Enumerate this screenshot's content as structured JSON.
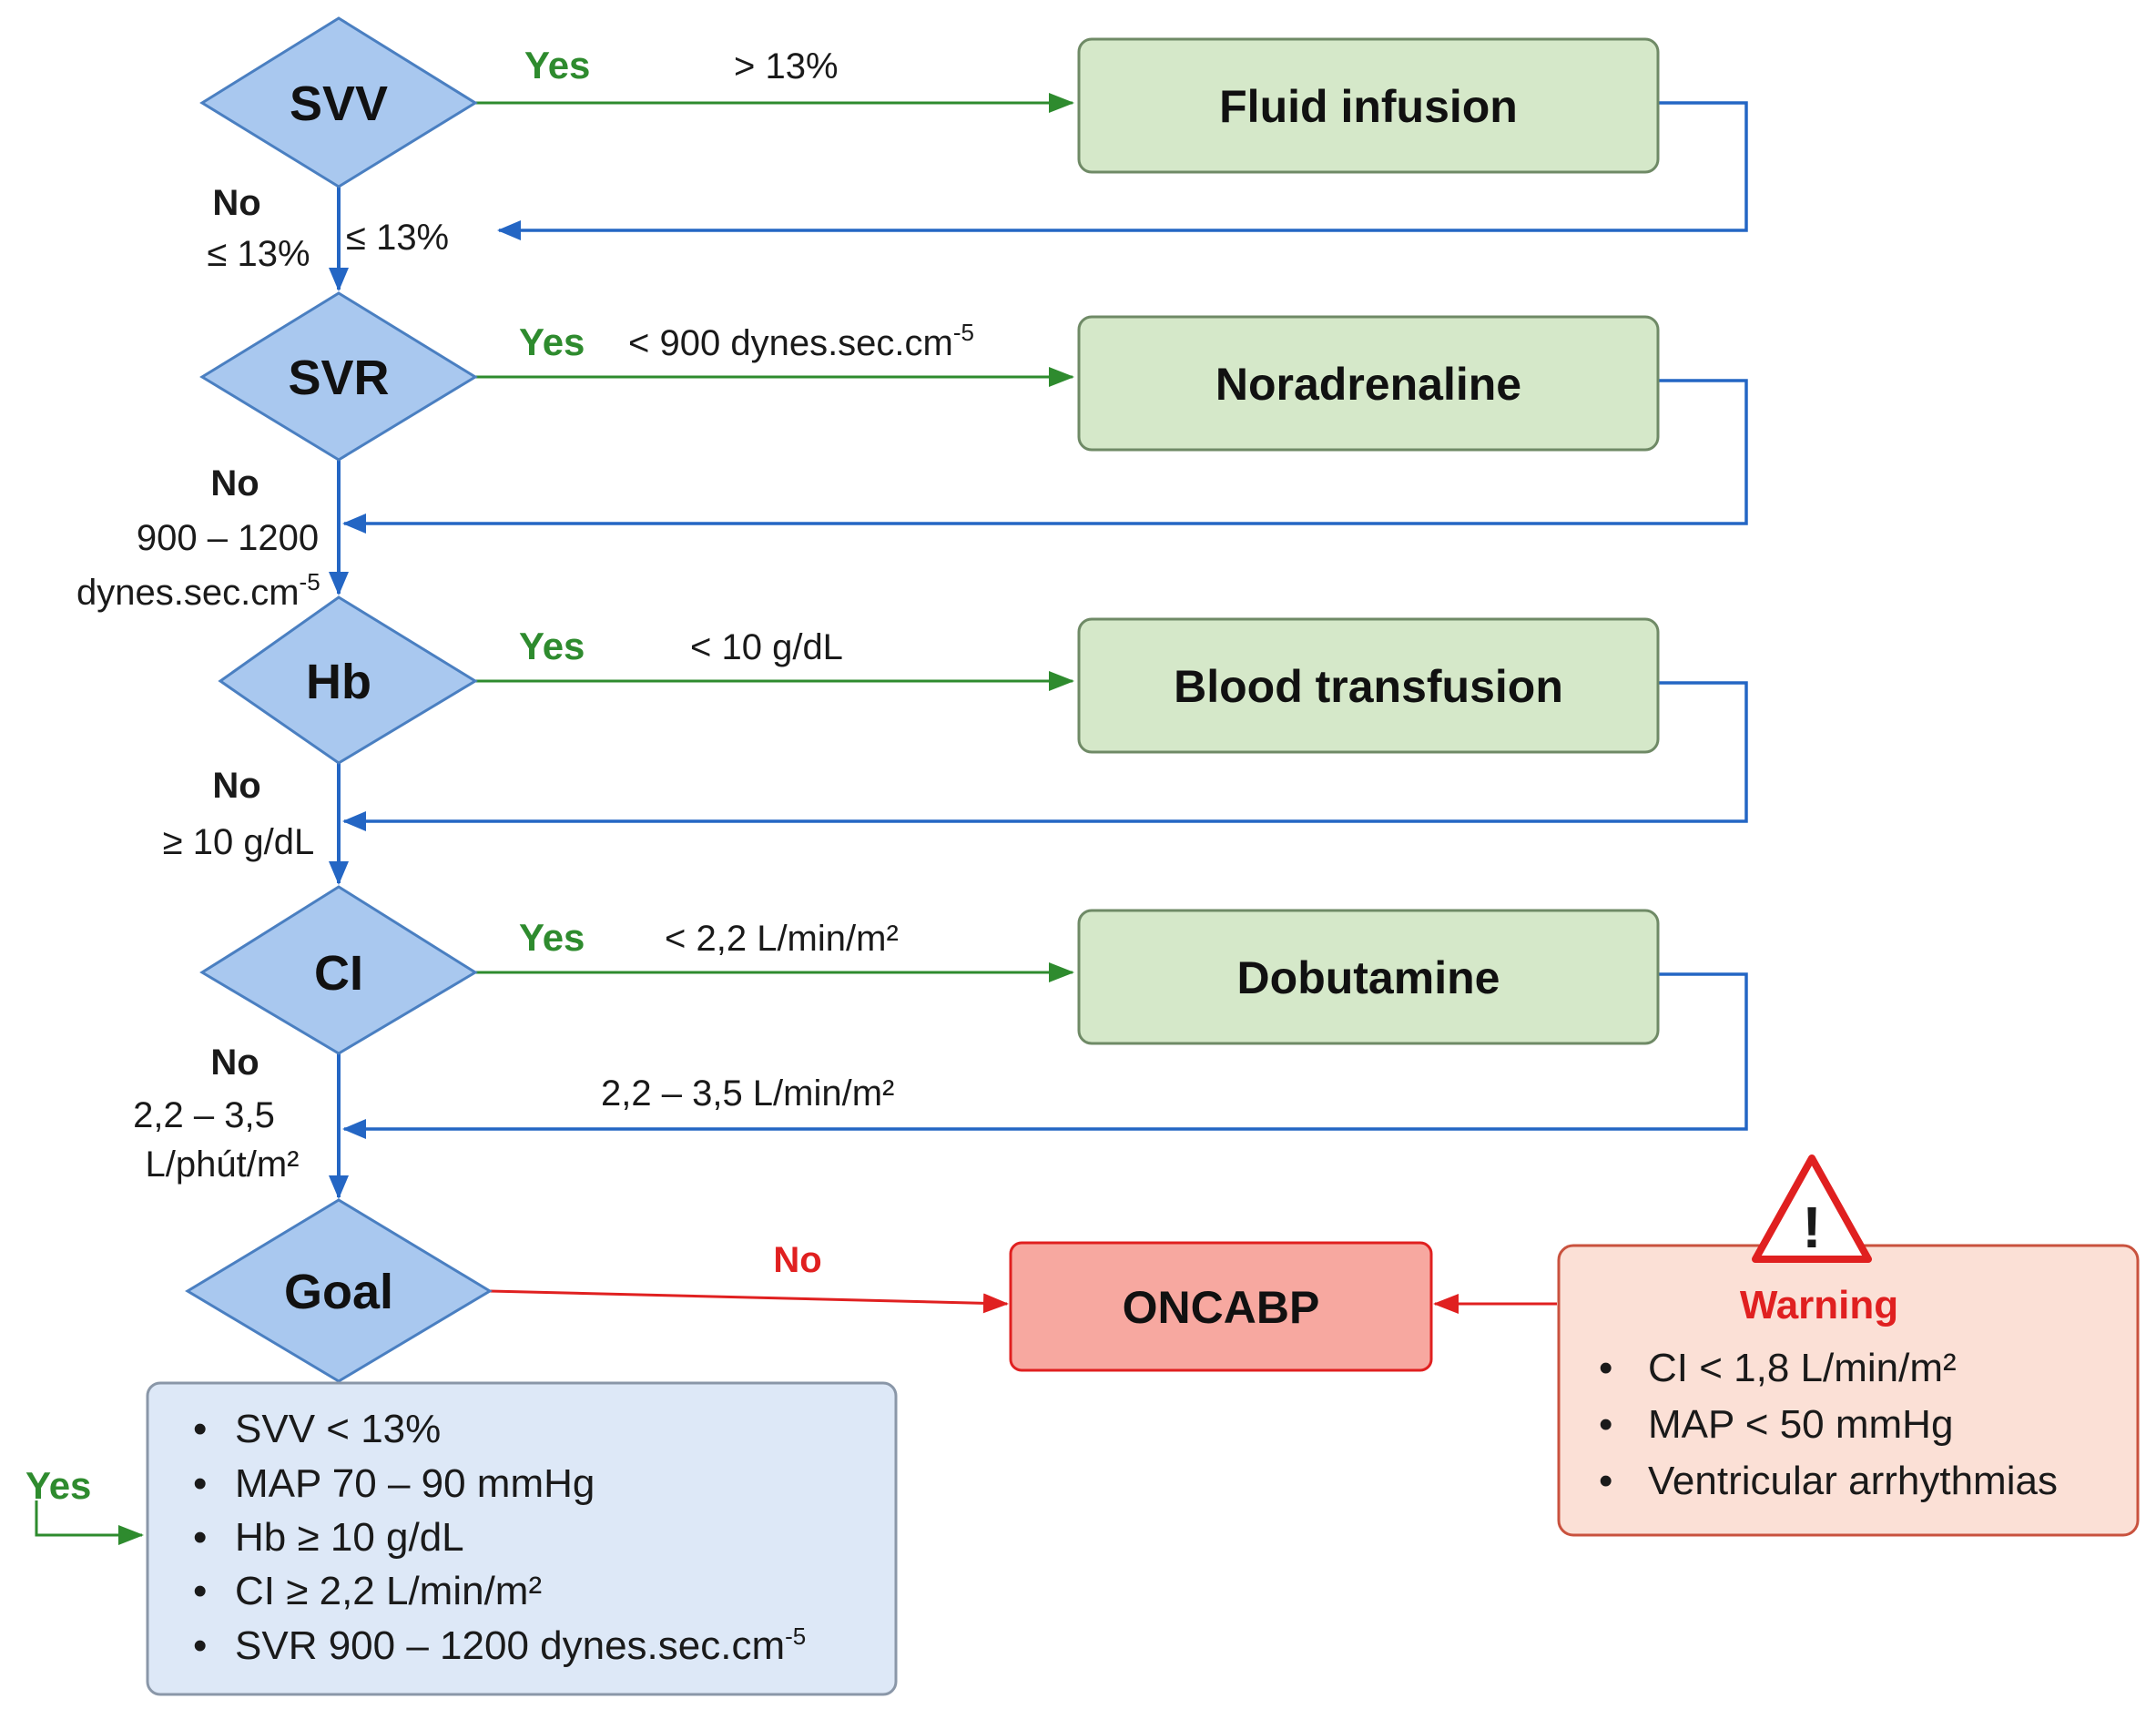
{
  "colors": {
    "diamond_fill": "#a9c8ef",
    "diamond_stroke": "#4a7fc1",
    "action_fill": "#d5e8c9",
    "action_stroke": "#6f8a66",
    "flow_blue": "#2466c4",
    "yes_green": "#2e8b2e",
    "alert_red": "#e02020",
    "oncabp_fill": "#f7a8a0",
    "warning_fill": "#fbe0d6",
    "goal_box_fill": "#dde8f7"
  },
  "decisions": [
    {
      "label": "SVV",
      "yes_label": "Yes",
      "yes_condition": "> 13%",
      "action": "Fluid infusion",
      "no_label": "No",
      "no_condition": [
        "≤ 13%"
      ],
      "return_label": "≤ 13%"
    },
    {
      "label": "SVR",
      "yes_label": "Yes",
      "yes_condition": "< 900 dynes.sec.cm",
      "yes_condition_sup": "-5",
      "action": "Noradrenaline",
      "no_label": "No",
      "no_condition": [
        "900 – 1200",
        "dynes.sec.cm"
      ],
      "no_condition_sup": "-5"
    },
    {
      "label": "Hb",
      "yes_label": "Yes",
      "yes_condition": "< 10 g/dL",
      "action": "Blood transfusion",
      "no_label": "No",
      "no_condition": [
        "≥ 10 g/dL"
      ]
    },
    {
      "label": "CI",
      "yes_label": "Yes",
      "yes_condition": "< 2,2 L/min/m²",
      "action": "Dobutamine",
      "no_label": "No",
      "no_condition": [
        "2,2 – 3,5",
        "L/phút/m²"
      ],
      "return_label": "2,2 – 3,5 L/min/m²"
    }
  ],
  "goal": {
    "label": "Goal",
    "no_label": "No",
    "yes_label": "Yes",
    "criteria": [
      "SVV < 13%",
      "MAP 70 – 90 mmHg",
      "Hb ≥ 10 g/dL",
      "CI ≥ 2,2 L/min/m²",
      "SVR 900 – 1200 dynes.sec.cm"
    ],
    "last_criterion_sup": "-5"
  },
  "oncabp": {
    "label": "ONCABP"
  },
  "warning": {
    "icon": "warning-triangle-icon",
    "icon_glyph": "!",
    "title": "Warning",
    "items": [
      "CI < 1,8 L/min/m²",
      "MAP < 50 mmHg",
      "Ventricular arrhythmias"
    ]
  },
  "bullet_glyph": "•"
}
